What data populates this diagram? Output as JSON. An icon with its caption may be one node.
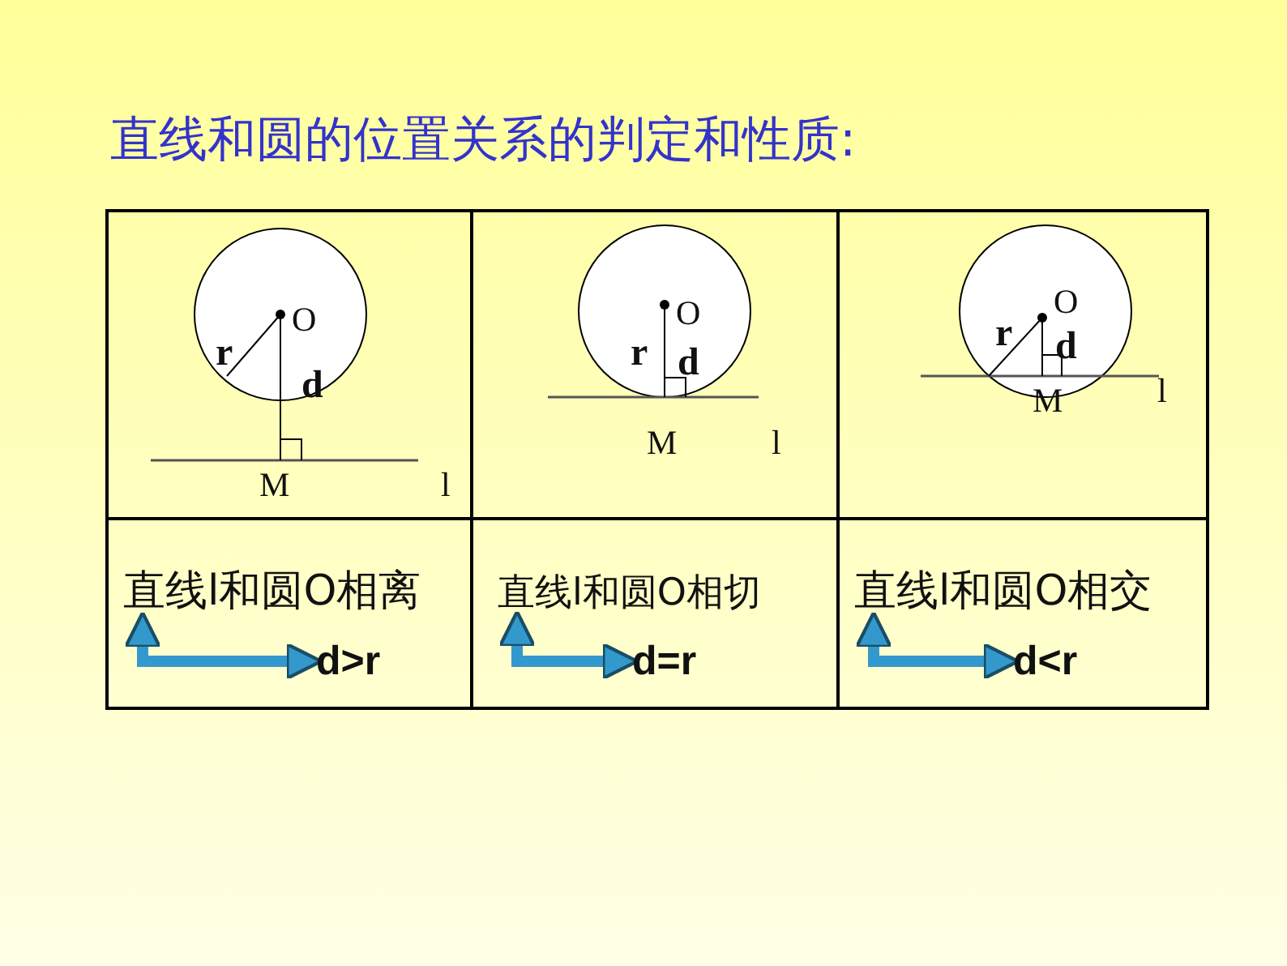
{
  "diagram": {
    "title": "直线和圆的位置关系的判定和性质:",
    "nodes": [
      {
        "text": [
          "直线l和圆O相离"
        ]
      },
      {
        "text": [
          "d>r"
        ]
      },
      {
        "text": [
          "直线l和圆O相切"
        ]
      },
      {
        "text": [
          "d=r"
        ]
      },
      {
        "text": [
          "直线l和圆O相交"
        ]
      },
      {
        "text": [
          "d<r"
        ]
      }
    ],
    "edges": [
      {
        "from": 0,
        "to": 1,
        "arrow": "both"
      },
      {
        "from": 2,
        "to": 3,
        "arrow": "both"
      },
      {
        "from": 4,
        "to": 5,
        "arrow": "both"
      }
    ],
    "labels": [
      "O",
      "r",
      "d",
      "M",
      "l",
      "O",
      "r",
      "d",
      "M",
      "l",
      "O",
      "r",
      "d",
      "M",
      "l"
    ]
  }
}
